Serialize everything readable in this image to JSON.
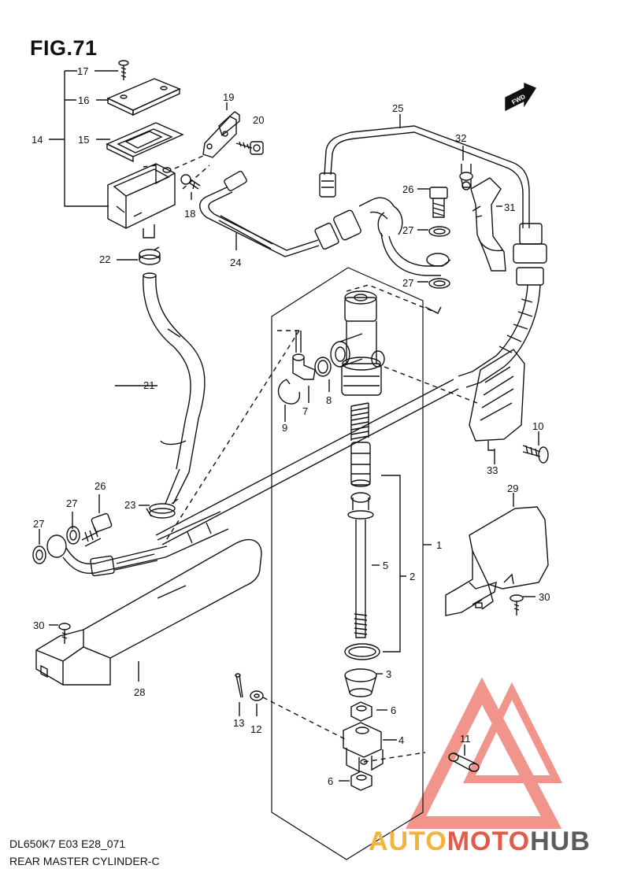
{
  "figure": {
    "title": "FIG.71"
  },
  "footer": {
    "model_code": "DL650K7 E03 E28_071",
    "caption": "REAR MASTER CYLINDER-C"
  },
  "watermark": {
    "part1": "AUTO",
    "part2": "MOTO",
    "part3": "HUB",
    "colors": {
      "auto": "#f3b33d",
      "moto": "#e35a46",
      "hub": "#5c5c5c",
      "triangle": "#f08a80"
    }
  },
  "direction_tag": "FWD",
  "parts": {
    "p1": "1",
    "p2": "2",
    "p3": "3",
    "p4": "4",
    "p5": "5",
    "p6a": "6",
    "p6b": "6",
    "p7": "7",
    "p8": "8",
    "p9": "9",
    "p10": "10",
    "p11": "11",
    "p12": "12",
    "p13": "13",
    "p14": "14",
    "p15": "15",
    "p16": "16",
    "p17": "17",
    "p18": "18",
    "p19": "19",
    "p20": "20",
    "p21": "21",
    "p22": "22",
    "p23": "23",
    "p24": "24",
    "p25": "25",
    "p26a": "26",
    "p26b": "26",
    "p27a": "27",
    "p27b": "27",
    "p27c": "27",
    "p27d": "27",
    "p28": "28",
    "p29": "29",
    "p30a": "30",
    "p30b": "30",
    "p31": "31",
    "p32": "32",
    "p33": "33"
  }
}
